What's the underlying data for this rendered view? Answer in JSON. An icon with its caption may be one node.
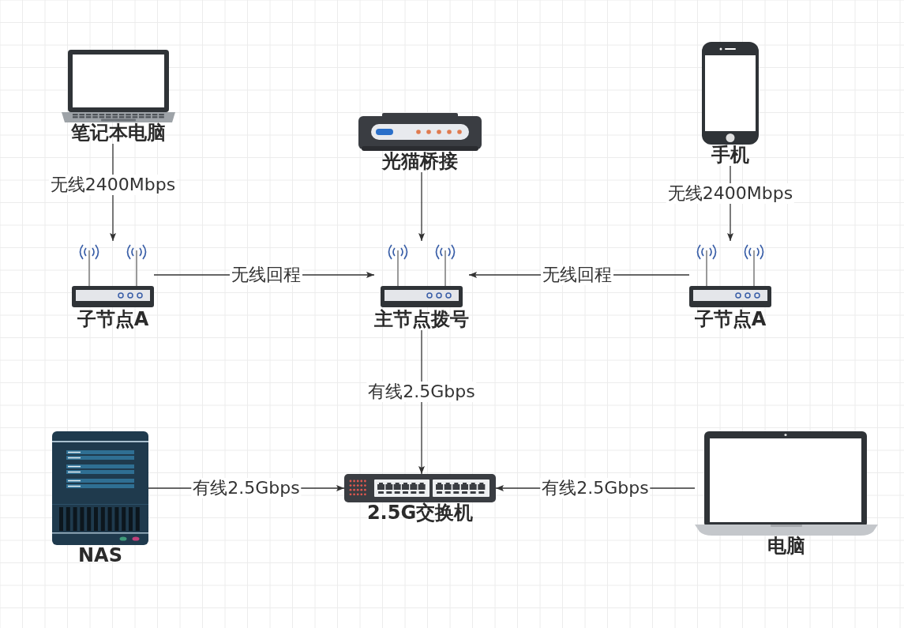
{
  "diagram": {
    "nodes": [
      {
        "text": [
          "笔记本电脑"
        ]
      },
      {
        "text": [
          "光猫桥接"
        ]
      },
      {
        "text": [
          "手机"
        ]
      },
      {
        "text": [
          "子节点A"
        ]
      },
      {
        "text": [
          "主节点拨号"
        ]
      },
      {
        "text": [
          "子节点A"
        ]
      },
      {
        "text": [
          "NAS"
        ]
      },
      {
        "text": [
          "2.5G交换机"
        ]
      },
      {
        "text": [
          "电脑"
        ]
      }
    ],
    "edges": [
      {
        "from": 0,
        "to": 3,
        "arrow": "to",
        "label": "无线2400Mbps"
      },
      {
        "from": 1,
        "to": 4,
        "arrow": "to"
      },
      {
        "from": 2,
        "to": 5,
        "arrow": "to",
        "label": "无线2400Mbps"
      },
      {
        "from": 3,
        "to": 4,
        "arrow": "to",
        "label": "无线回程"
      },
      {
        "from": 5,
        "to": 4,
        "arrow": "to",
        "label": "无线回程"
      },
      {
        "from": 4,
        "to": 7,
        "arrow": "to",
        "label": "有线2.5Gbps"
      },
      {
        "from": 6,
        "to": 7,
        "arrow": "to",
        "label": "有线2.5Gbps"
      },
      {
        "from": 8,
        "to": 7,
        "arrow": "to",
        "label": "有线2.5Gbps"
      }
    ]
  }
}
